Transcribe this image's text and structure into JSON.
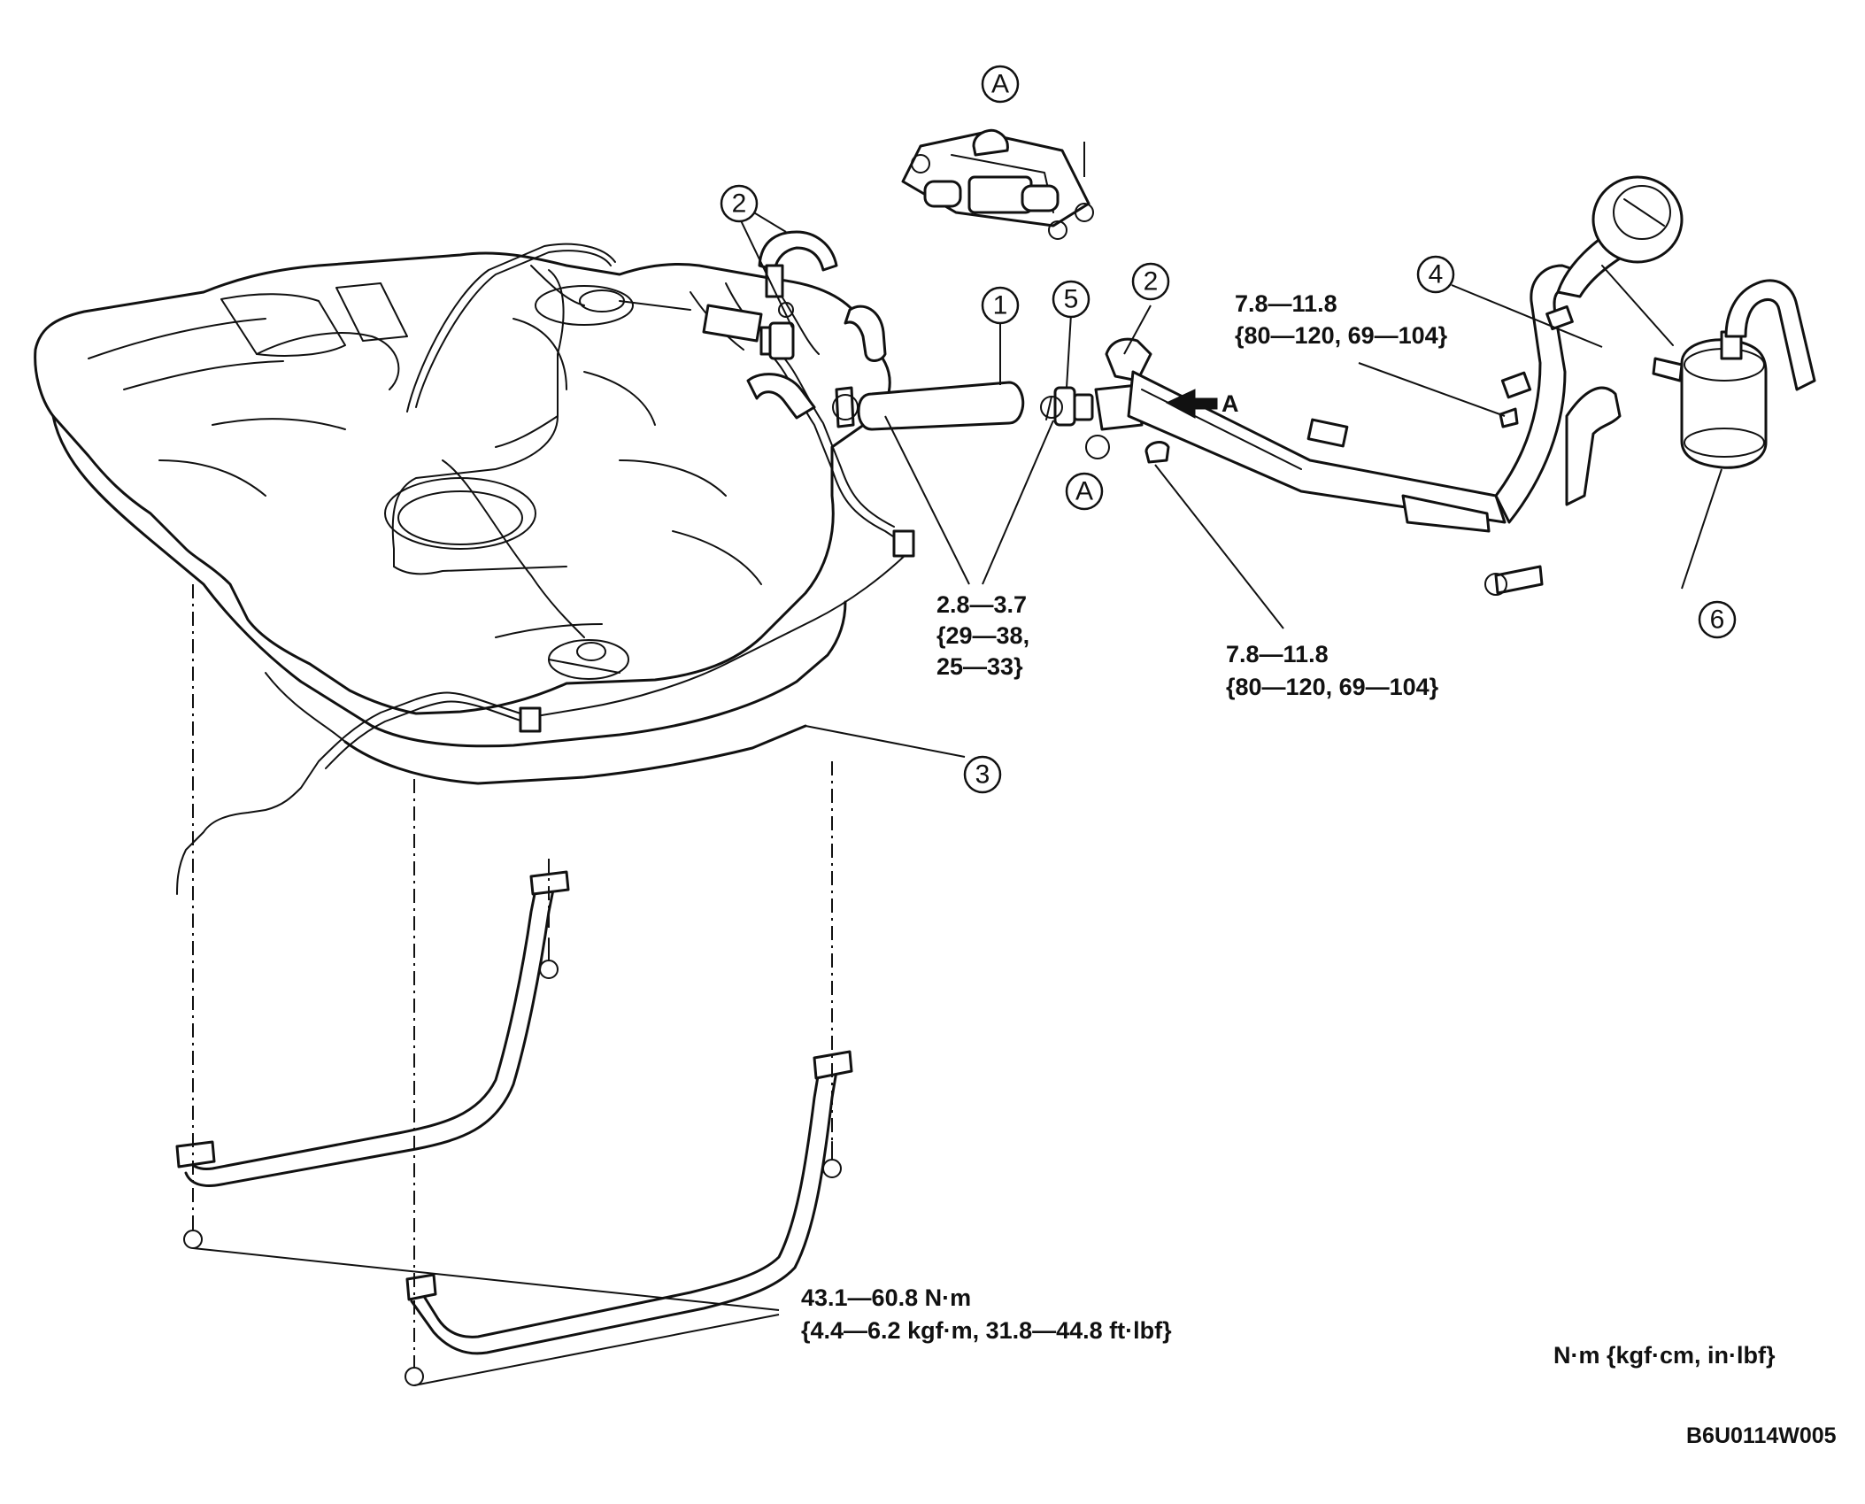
{
  "callouts": {
    "filler_hose": "1",
    "vent_hose": "2",
    "fuel_tank": "3",
    "filler_pipe": "4",
    "clamp": "5",
    "separator": "6",
    "view_a": "A"
  },
  "torques": {
    "hose_clamp": {
      "line1": "2.8—3.7",
      "line2": "{29—38,",
      "line3": "25—33}"
    },
    "filler_upper": {
      "line1": "7.8—11.8",
      "line2": "{80—120, 69—104}"
    },
    "filler_lower": {
      "line1": "7.8—11.8",
      "line2": "{80—120, 69—104}"
    },
    "tank_strap": {
      "line1": "43.1—60.8 N·m",
      "line2": "{4.4—6.2 kgf·m, 31.8—44.8 ft·lbf}"
    }
  },
  "arrow_label": "A",
  "units_legend": "N·m {kgf·cm, in·lbf}",
  "figure_code": "B6U0114W005"
}
